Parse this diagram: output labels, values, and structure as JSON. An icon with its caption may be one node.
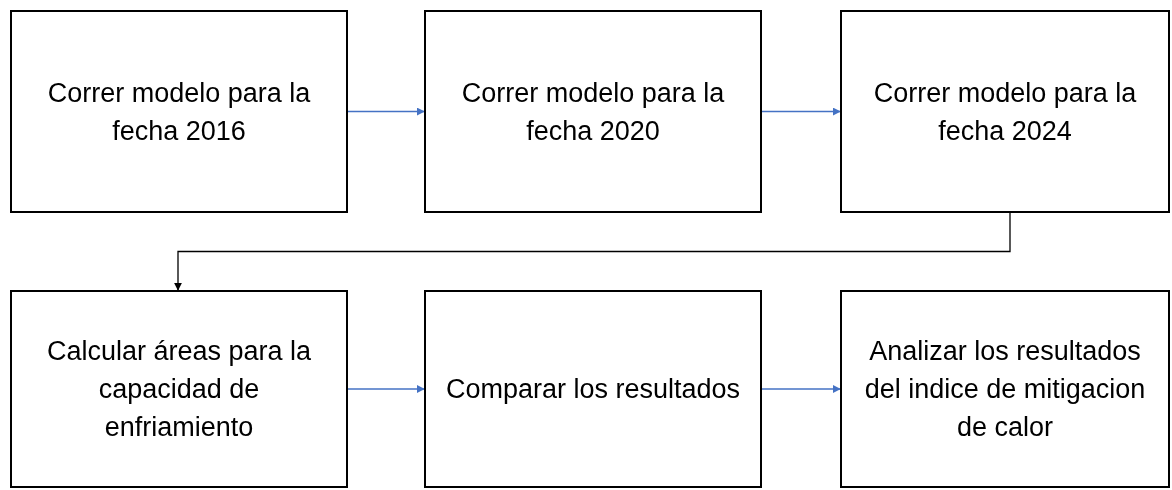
{
  "diagram": {
    "nodes": [
      {
        "text": [
          "Correr modelo para la fecha 2016"
        ]
      },
      {
        "text": [
          "Correr modelo para la fecha 2020"
        ]
      },
      {
        "text": [
          "Correr modelo para la fecha 2024"
        ]
      },
      {
        "text": [
          "Calcular áreas para la capacidad de enfriamiento"
        ]
      },
      {
        "text": [
          "Comparar los resultados"
        ]
      },
      {
        "text": [
          "Analizar los resultados del indice de mitigacion de calor"
        ]
      }
    ],
    "edges": [
      {
        "from": 0,
        "to": 1,
        "arrow": "to"
      },
      {
        "from": 1,
        "to": 2,
        "arrow": "to"
      },
      {
        "from": 2,
        "to": 3,
        "arrow": "to",
        "color": "#000000"
      },
      {
        "from": 3,
        "to": 4,
        "arrow": "to"
      },
      {
        "from": 4,
        "to": 5,
        "arrow": "to"
      }
    ]
  }
}
